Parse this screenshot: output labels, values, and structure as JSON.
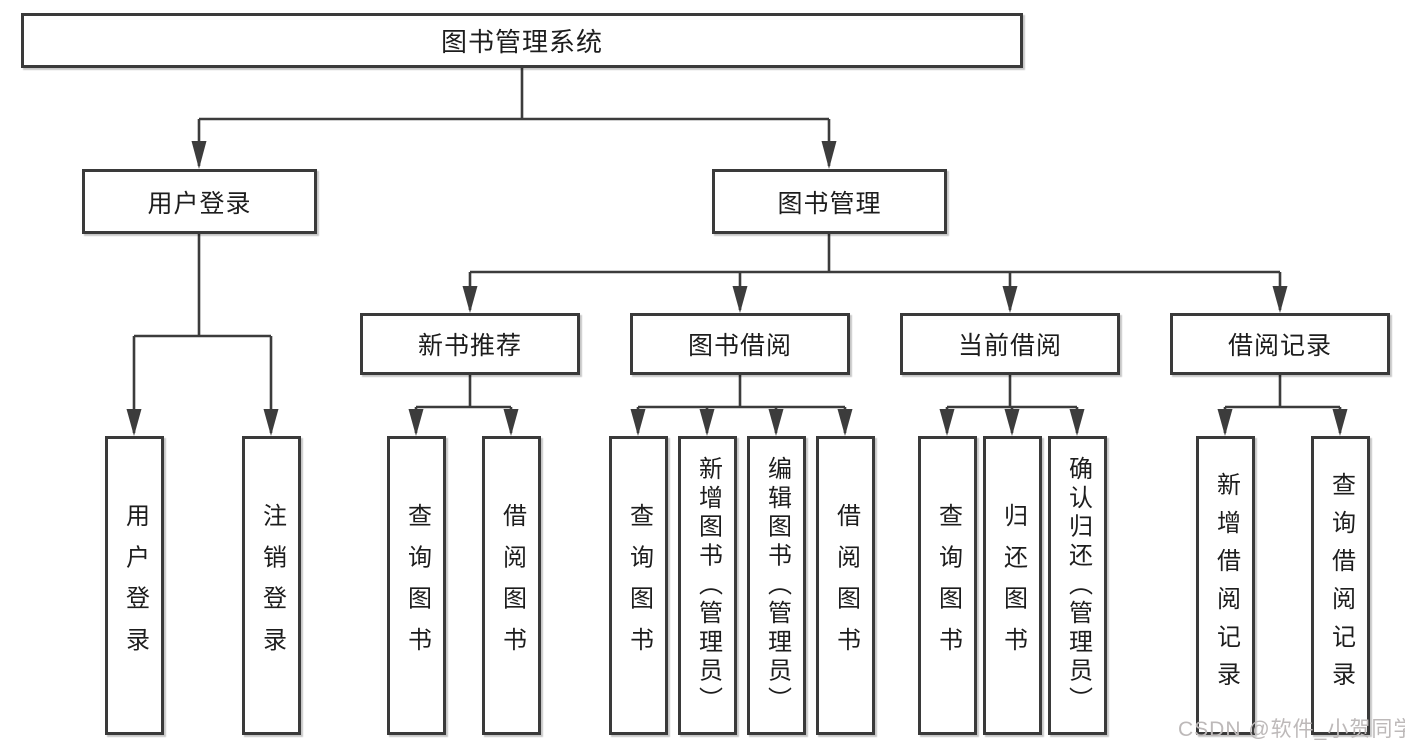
{
  "diagram": {
    "root": {
      "label": "图书管理系统"
    },
    "level2": [
      {
        "label": "用户登录"
      },
      {
        "label": "图书管理"
      }
    ],
    "level3": [
      {
        "label": "新书推荐"
      },
      {
        "label": "图书借阅"
      },
      {
        "label": "当前借阅"
      },
      {
        "label": "借阅记录"
      }
    ],
    "leaves": [
      {
        "label": "用户登录"
      },
      {
        "label": "注销登录"
      },
      {
        "label": "查询图书"
      },
      {
        "label": "借阅图书"
      },
      {
        "label": "查询图书"
      },
      {
        "label": "新增图书（管理员）"
      },
      {
        "label": "编辑图书（管理员）"
      },
      {
        "label": "借阅图书"
      },
      {
        "label": "查询图书"
      },
      {
        "label": "归还图书"
      },
      {
        "label": "确认归还（管理员）"
      },
      {
        "label": "新增借阅记录"
      },
      {
        "label": "查询借阅记录"
      }
    ]
  },
  "watermark": {
    "text": "CSDN @软件_小贺同学"
  },
  "colors": {
    "line": "#3c3c3c",
    "box_border": "#3a3a3a",
    "box_fill": "#ffffff",
    "text": "#1d1d1d",
    "watermark": "#bdb9b9",
    "background": "#ffffff"
  }
}
